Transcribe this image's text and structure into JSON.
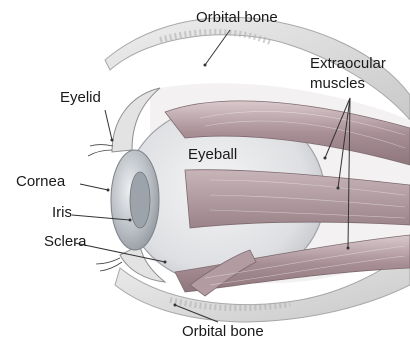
{
  "labels": {
    "orbital_bone_top": "Orbital bone",
    "extraocular_line1": "Extraocular",
    "extraocular_line2": "muscles",
    "eyelid": "Eyelid",
    "eyeball": "Eyeball",
    "cornea": "Cornea",
    "iris": "Iris",
    "sclera": "Sclera",
    "orbital_bone_bottom": "Orbital bone"
  },
  "colors": {
    "bone": "#d9d9d9",
    "bone_dark": "#b5b5b5",
    "muscle": "#a88f95",
    "muscle_light": "#cdbcc0",
    "eyeball": "#e8e8ea",
    "cornea": "#c2c7cc",
    "leader": "#333333"
  }
}
